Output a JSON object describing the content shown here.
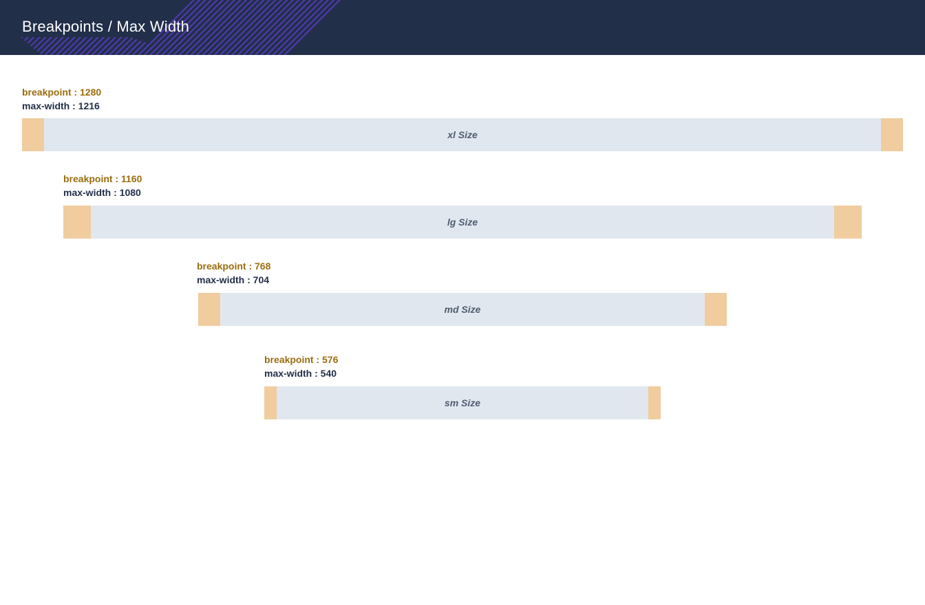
{
  "header": {
    "title": "Breakpoints / Max Width",
    "background": "#222f49"
  },
  "colors": {
    "breakpoint_text": "#9a6c0e",
    "max_width_text": "#222f49",
    "gutter": "#f0cc9f",
    "content": "#e1e7ef",
    "size_label": "#4f5b6f"
  },
  "breakpoints": [
    {
      "breakpoint_label": "breakpoint : 1280",
      "max_width_label": "max-width : 1216",
      "size_label": "xl Size"
    },
    {
      "breakpoint_label": "breakpoint : 1160",
      "max_width_label": "max-width : 1080",
      "size_label": "lg Size"
    },
    {
      "breakpoint_label": "breakpoint : 768",
      "max_width_label": "max-width : 704",
      "size_label": "md Size"
    },
    {
      "breakpoint_label": "breakpoint : 576",
      "max_width_label": "max-width : 540",
      "size_label": "sm Size"
    }
  ]
}
